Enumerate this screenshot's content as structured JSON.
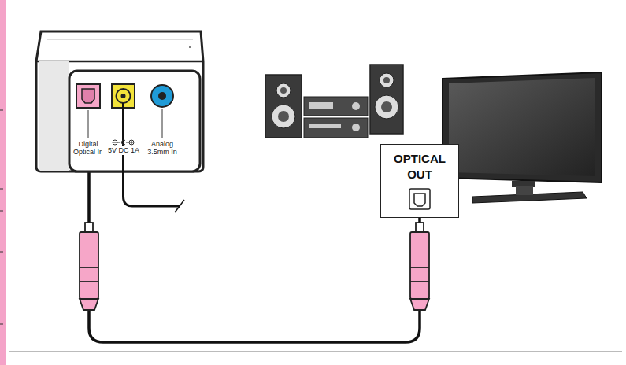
{
  "diagram": {
    "nodes": [
      {
        "text": [
          "Digital Optical In",
          "5V DC 1A",
          "Analog 3.5mm In"
        ]
      },
      {
        "text": [
          "OPTICAL OUT"
        ]
      }
    ],
    "edges": [
      {
        "from": 0,
        "to": 1,
        "arrow": "none"
      }
    ]
  }
}
